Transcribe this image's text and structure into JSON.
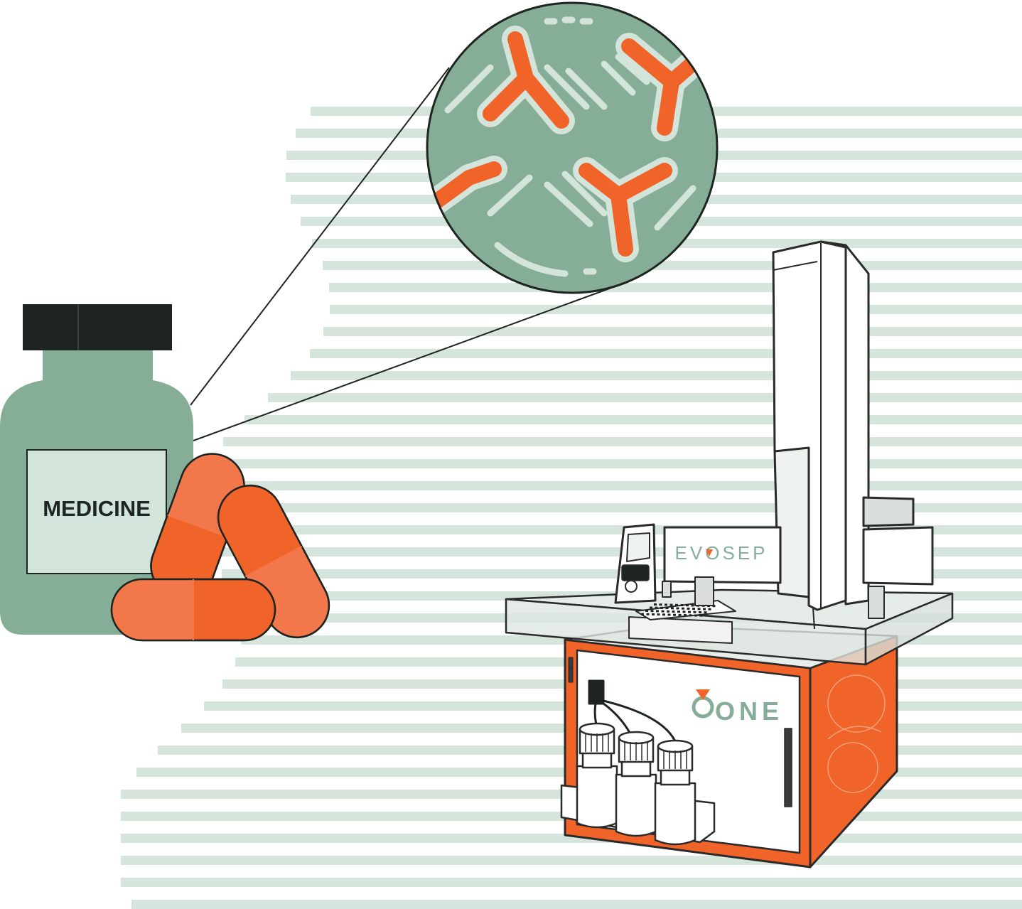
{
  "bottle": {
    "label_text": "MEDICINE"
  },
  "instrument": {
    "brand_text": "EVOSEP",
    "model_text": "ONE"
  },
  "colors": {
    "stripe": "#d5e5dc",
    "sage": "#86ad98",
    "sage_light": "#d3e4da",
    "orange": "#f06429",
    "orange_light": "#f2784b",
    "dark": "#1e2420",
    "outline": "#2a2a2a"
  },
  "icons": [
    "medicine-bottle-icon",
    "capsule-icon",
    "antibody-icon",
    "magnifier-lens-icon",
    "lc-instrument-icon",
    "solvent-bottle-icon"
  ]
}
